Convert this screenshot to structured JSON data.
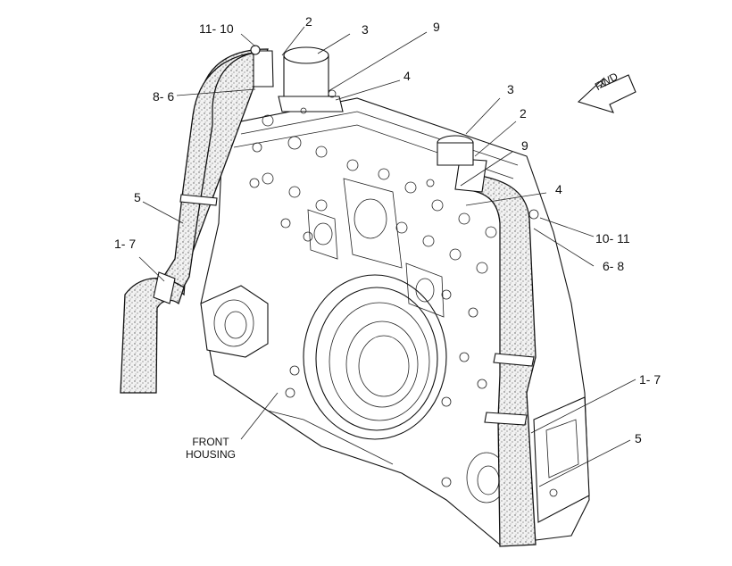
{
  "callouts": {
    "c_11_10": "11- 10",
    "c_2_top": "2",
    "c_3_top": "3",
    "c_9_top": "9",
    "c_4_top": "4",
    "c_8_6": "8- 6",
    "c_3_right": "3",
    "c_2_right": "2",
    "c_9_right": "9",
    "c_4_right": "4",
    "c_5_left": "5",
    "c_1_7_left": "1- 7",
    "c_10_11": "10- 11",
    "c_6_8": "6- 8",
    "c_1_7_right": "1- 7",
    "c_5_right": "5"
  },
  "front_housing": {
    "line1": "FRONT",
    "line2": "HOUSING"
  },
  "fwd_arrow": {
    "label": "FWD"
  }
}
